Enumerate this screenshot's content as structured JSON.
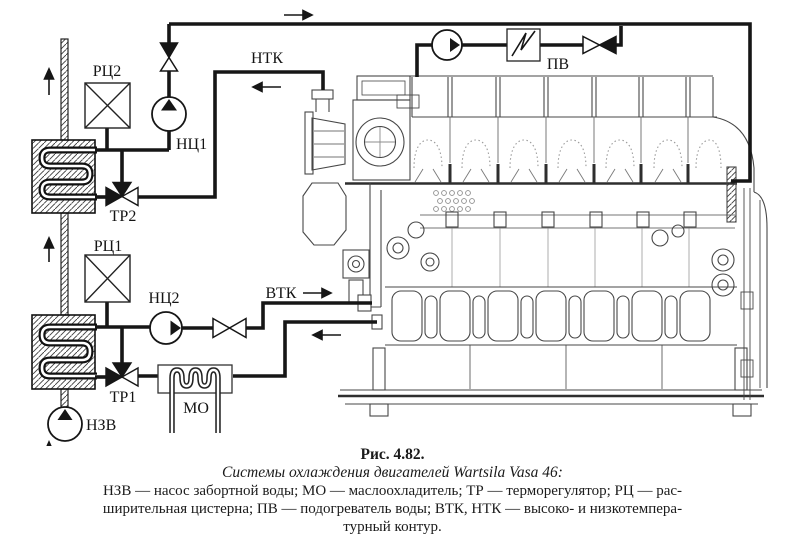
{
  "figure": {
    "number": "Рис. 4.82.",
    "title": "Системы охлаждения двигателей Wartsila Vasa 46:",
    "legend_lines": [
      "НЗВ — насос забортной воды; МО — маслоохладитель; ТР — терморегулятор; РЦ — рас-",
      "ширительная цистерна; ПВ — подогреватель воды; ВТК, НТК — высоко- и низкотемпера-",
      "турный контур."
    ]
  },
  "diagram": {
    "labels": {
      "rc2": "РЦ2",
      "nc1": "НЦ1",
      "tr2": "ТР2",
      "rc1": "РЦ1",
      "nc2": "НЦ2",
      "tr1": "ТР1",
      "mo": "МО",
      "nzv": "НЗВ",
      "ntk": "НТК",
      "vtk": "ВТК",
      "pv": "ПВ"
    },
    "colors": {
      "pipe_line": "#161616",
      "engine_line": "#474747",
      "background": "#ffffff"
    }
  }
}
